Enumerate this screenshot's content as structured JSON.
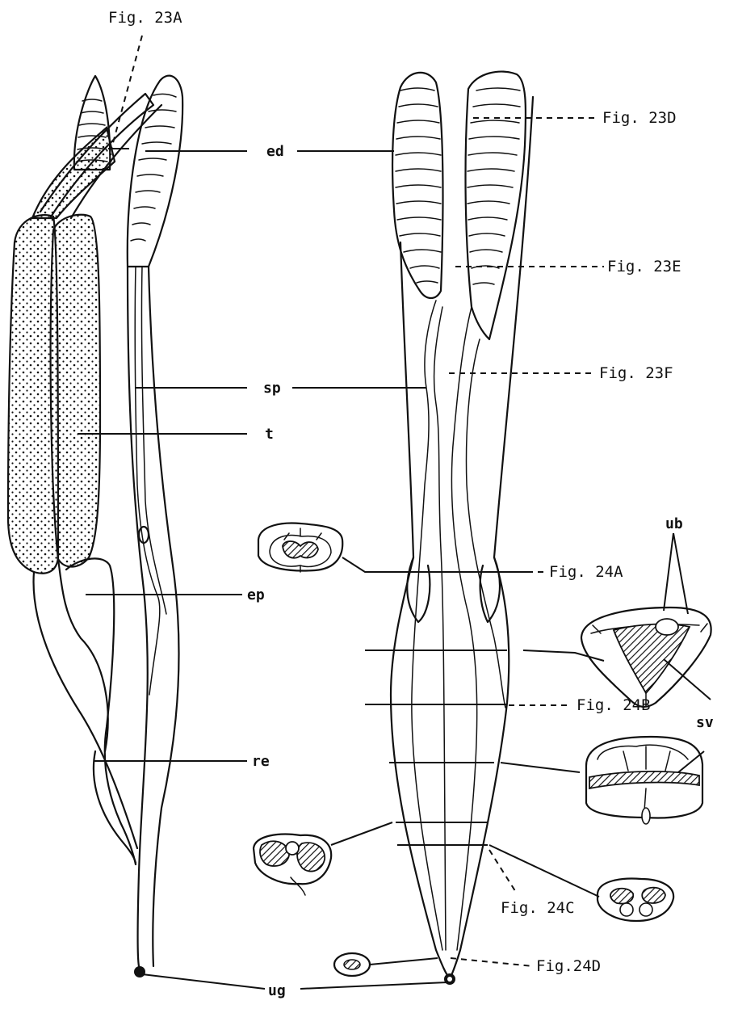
{
  "figure_labels": {
    "fig_23A": "Fig. 23A",
    "fig_23D": "Fig. 23D",
    "fig_23E": "Fig. 23E",
    "fig_23F": "Fig. 23F",
    "fig_24A": "Fig. 24A",
    "fig_24B": "Fig. 24B",
    "fig_24C": "Fig. 24C",
    "fig_24D": "Fig.24D"
  },
  "structure_labels": {
    "ed": "ed",
    "sp": "sp",
    "t": "t",
    "ep": "ep",
    "re": "re",
    "ug": "ug",
    "ub": "ub",
    "sv": "sv"
  },
  "colors": {
    "ink": "#111111",
    "paper": "#ffffff"
  }
}
